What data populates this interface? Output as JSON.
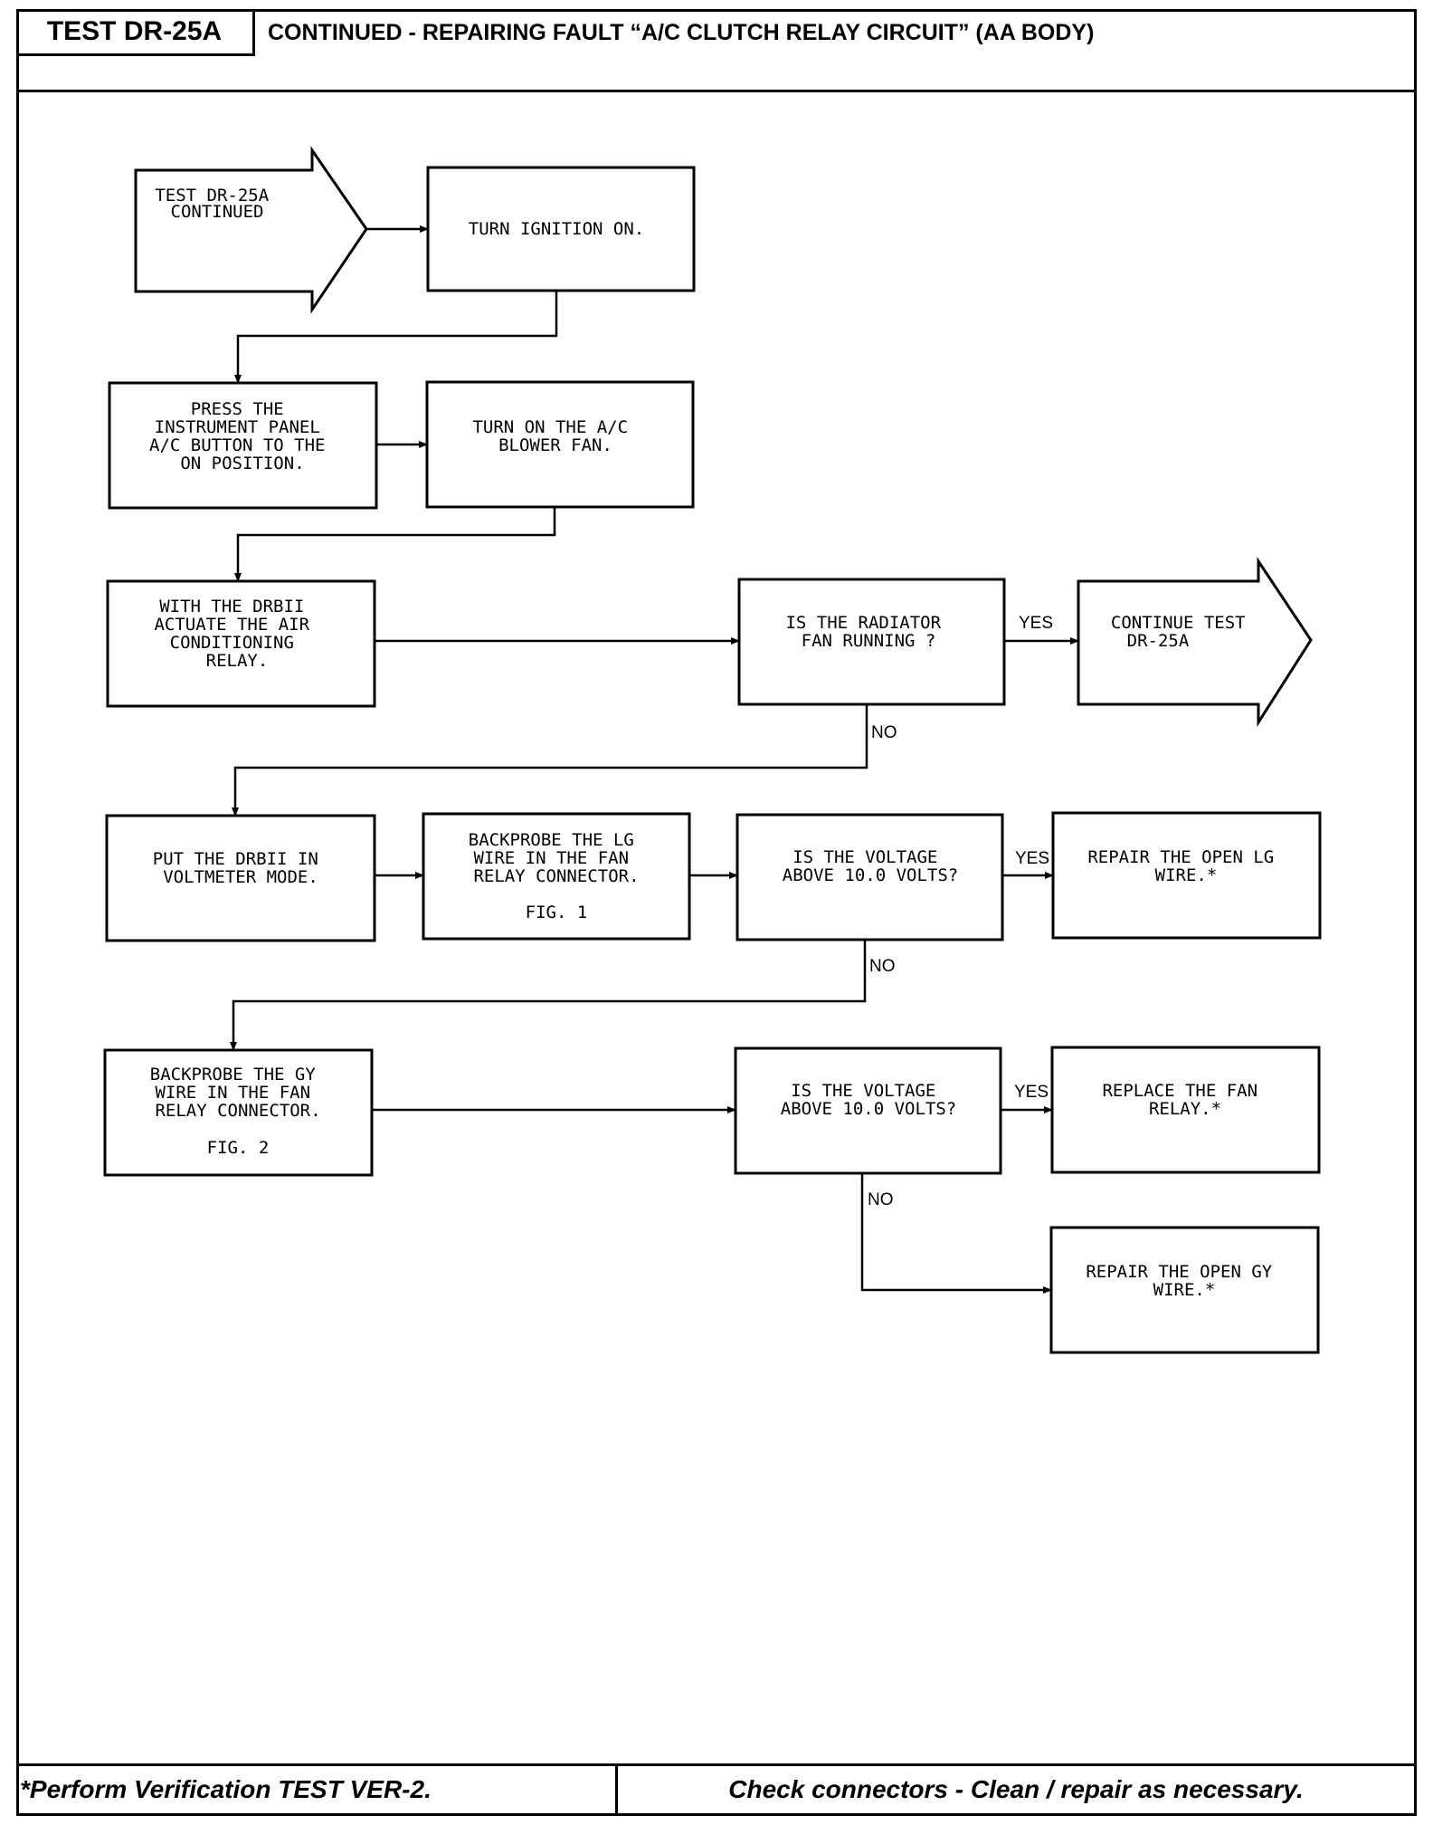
{
  "header": {
    "test_id": "TEST DR-25A",
    "title": "CONTINUED -  REPAIRING FAULT “A/C CLUTCH RELAY CIRCUIT”    (AA BODY)"
  },
  "diagram": {
    "start_arrow": [
      "TEST DR-25A",
      "CONTINUED"
    ],
    "step_ignition": [
      "TURN IGNITION ON."
    ],
    "step_press": [
      "PRESS THE",
      "INSTRUMENT PANEL",
      "A/C BUTTON TO THE",
      "ON POSITION."
    ],
    "step_blower": [
      "TURN ON THE A/C",
      "BLOWER FAN."
    ],
    "step_actuate": [
      "WITH THE DRBII",
      "ACTUATE THE AIR",
      "CONDITIONING",
      "RELAY."
    ],
    "q_radiator": [
      "IS THE RADIATOR",
      "FAN RUNNING ?"
    ],
    "continue_arrow": [
      "CONTINUE TEST",
      "DR-25A"
    ],
    "step_voltmeter": [
      "PUT THE DRBII IN",
      "VOLTMETER MODE."
    ],
    "step_backprobe_lg": [
      "BACKPROBE THE LG",
      "WIRE IN THE FAN",
      "RELAY CONNECTOR."
    ],
    "fig1": "FIG. 1",
    "q_voltage1": [
      "IS THE VOLTAGE",
      "ABOVE 10.0 VOLTS?"
    ],
    "repair_lg": [
      "REPAIR THE OPEN LG",
      "WIRE.*"
    ],
    "step_backprobe_gy": [
      "BACKPROBE THE GY",
      "WIRE IN THE FAN",
      "RELAY CONNECTOR."
    ],
    "fig2": "FIG. 2",
    "q_voltage2": [
      "IS THE VOLTAGE",
      "ABOVE 10.0 VOLTS?"
    ],
    "replace_relay": [
      "REPLACE THE FAN",
      "RELAY.*"
    ],
    "repair_gy": [
      "REPAIR THE OPEN GY",
      "WIRE.*"
    ],
    "label_yes": "YES",
    "label_no": "NO"
  },
  "footer": {
    "left": "*Perform Verification TEST VER-2.",
    "right": "Check connectors - Clean / repair as necessary."
  }
}
